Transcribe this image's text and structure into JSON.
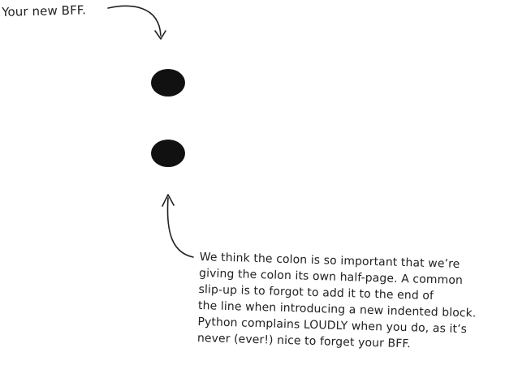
{
  "annotations": {
    "bff_note": "Your new BFF.",
    "colon_note": {
      "lines": [
        "We think the colon is so important that we’re",
        "giving the colon its own half-page. A common",
        "slip-up is to forgot to add it to the end of",
        "the line when introducing a new indented block.",
        "Python complains LOUDLY when you do, as it’s",
        "never (ever!) nice to forget your BFF."
      ]
    }
  },
  "colors": {
    "ink": "#111111",
    "background": "#ffffff"
  },
  "icons": {
    "arrow_to_colon_top": "curved-arrow-icon",
    "arrow_to_colon_bottom": "curved-arrow-icon"
  }
}
